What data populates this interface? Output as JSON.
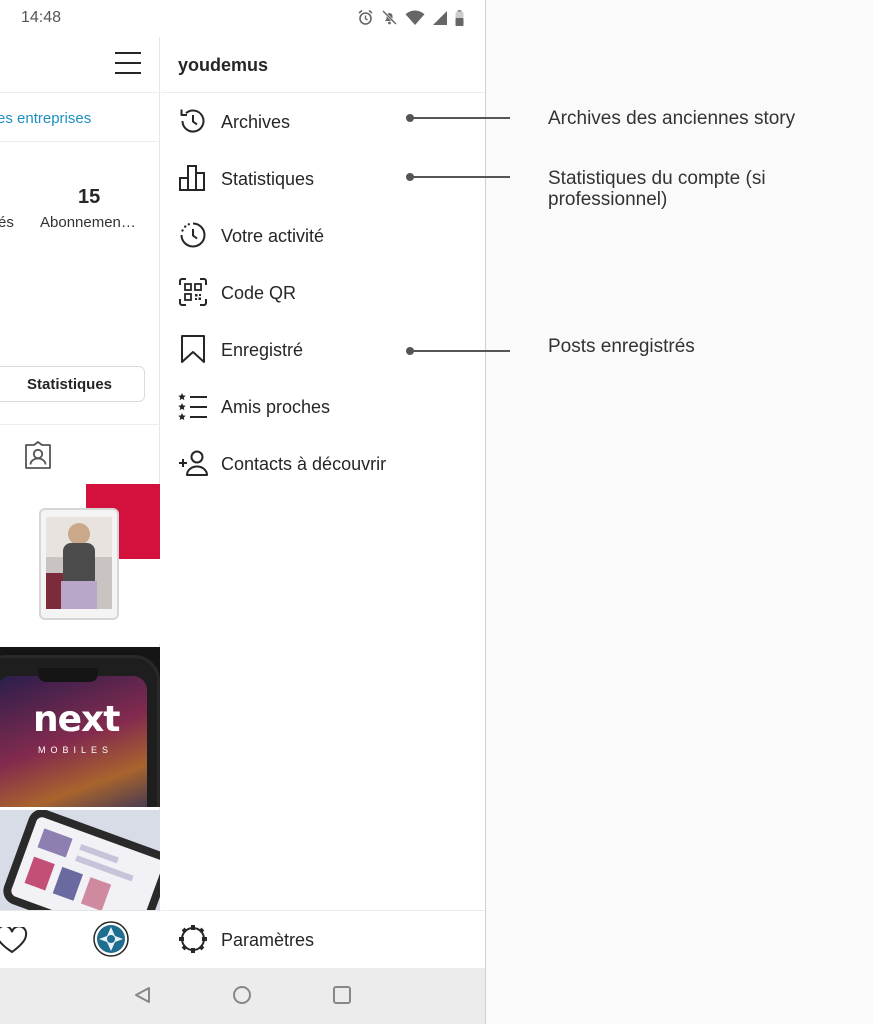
{
  "status_bar": {
    "time": "14:48"
  },
  "profile": {
    "business_link_fragment": "es entreprises",
    "posts_label_fragment": "és",
    "following_count": "15",
    "following_label": "Abonnemen…",
    "statistics_button": "Statistiques",
    "tile2_brand": "next",
    "tile2_brand_sub": "MOBILES"
  },
  "drawer": {
    "username": "youdemus",
    "items": [
      {
        "label": "Archives",
        "icon": "archive-history-icon"
      },
      {
        "label": "Statistiques",
        "icon": "bar-chart-icon"
      },
      {
        "label": "Votre activité",
        "icon": "activity-clock-icon"
      },
      {
        "label": "Code QR",
        "icon": "qr-code-icon"
      },
      {
        "label": "Enregistré",
        "icon": "bookmark-icon"
      },
      {
        "label": "Amis proches",
        "icon": "close-friends-list-icon"
      },
      {
        "label": "Contacts à découvrir",
        "icon": "add-person-icon"
      }
    ],
    "settings_label": "Paramètres"
  },
  "annotations": [
    {
      "text": "Archives des anciennes story"
    },
    {
      "text": "Statistiques du compte (si professionnel)"
    },
    {
      "text": "Posts enregistrés"
    }
  ],
  "colors": {
    "link_blue": "#1d8fc4",
    "accent_red": "#d4103c",
    "text_dark": "#262626",
    "annotation_gray": "#555555"
  }
}
